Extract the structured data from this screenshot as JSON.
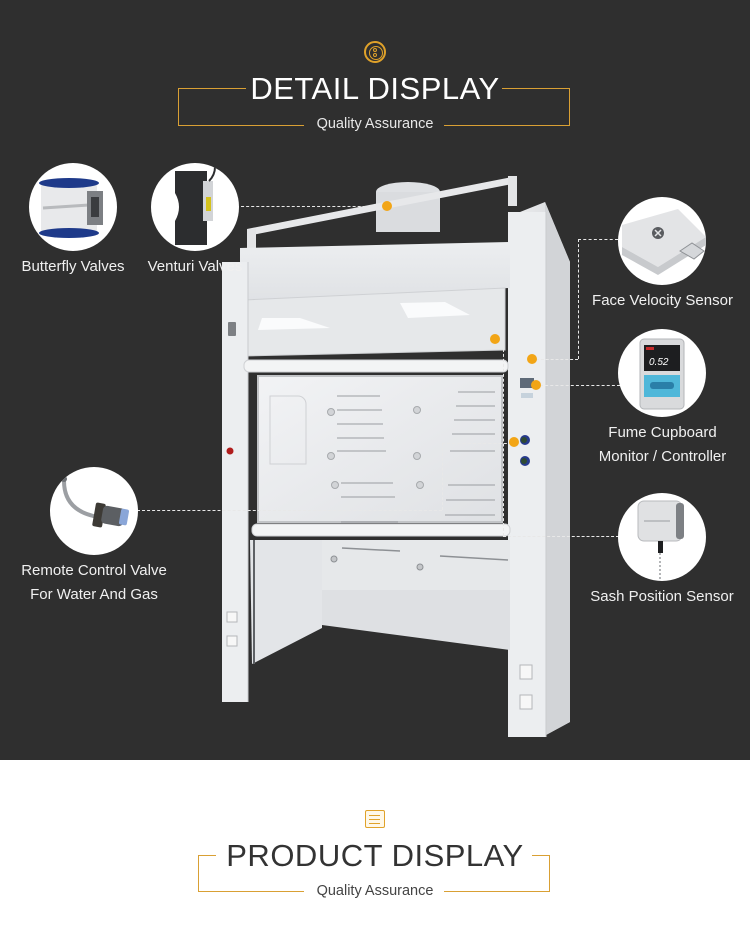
{
  "detail_section": {
    "icon": "circle-badge-icon",
    "title": "DETAIL DISPLAY",
    "subtitle": "Quality Assurance",
    "background": "#2f2f2f",
    "accent": "#e0a22a",
    "hotspot_color": "#f2a516"
  },
  "callouts": {
    "butterfly": {
      "label": "Butterfly Valves"
    },
    "venturi": {
      "label": "Venturi Valves"
    },
    "face_velocity": {
      "label": "Face Velocity Sensor"
    },
    "monitor": {
      "label_line1": "Fume Cupboard",
      "label_line2": "Monitor / Controller",
      "screen_value": "0.52"
    },
    "remote_valve": {
      "label_line1": "Remote Control Valve",
      "label_line2": "For Water And Gas"
    },
    "sash": {
      "label": "Sash Position Sensor"
    }
  },
  "product_section": {
    "icon": "list-badge-icon",
    "title": "PRODUCT DISPLAY",
    "subtitle": "Quality Assurance"
  }
}
